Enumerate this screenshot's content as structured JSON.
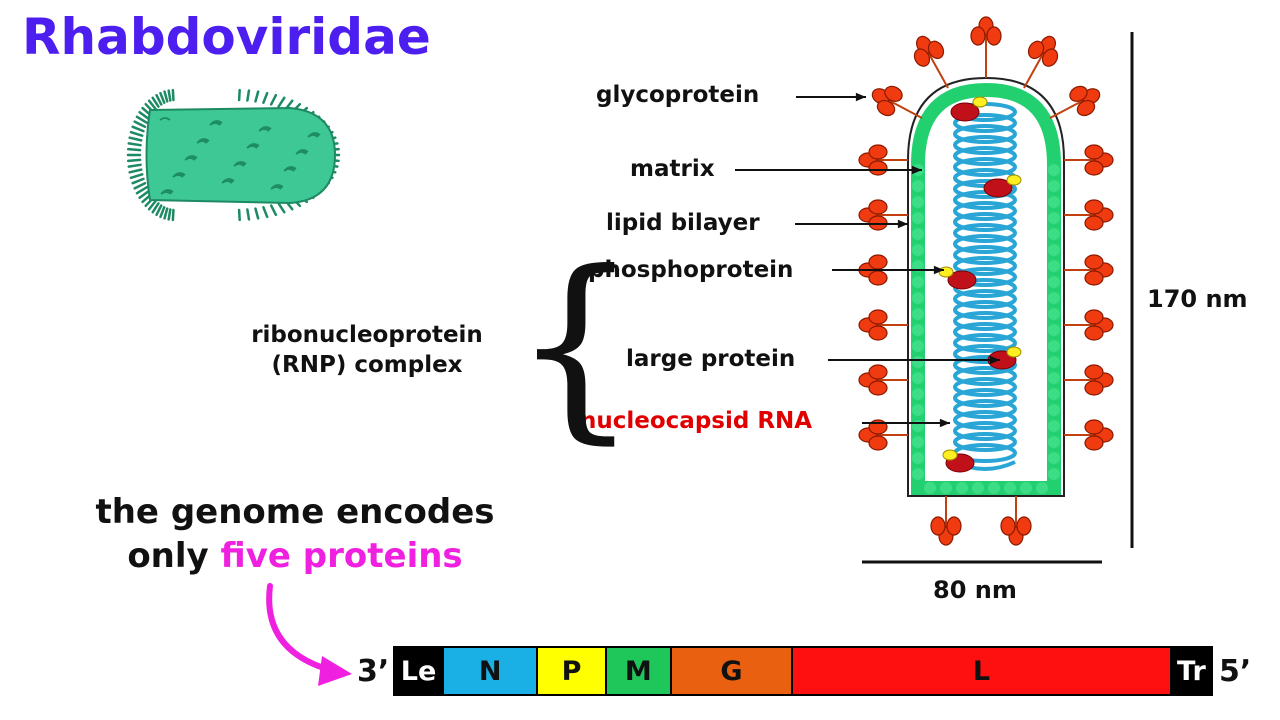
{
  "title": "Rhabdoviridae",
  "labels": {
    "glycoprotein": "glycoprotein",
    "matrix": "matrix",
    "lipid_bilayer": "lipid bilayer",
    "phosphoprotein": "phosphoprotein",
    "large_protein": "large protein",
    "nucleocapsid_rna": "nucleocapsid RNA",
    "rnp_line1": "ribonucleoprotein",
    "rnp_line2": "(RNP) complex"
  },
  "dimensions": {
    "height": "170 nm",
    "width": "80 nm"
  },
  "genome_text": {
    "line1": "the genome encodes",
    "line2_prefix": "only ",
    "line2_highlight": "five proteins"
  },
  "genome": {
    "left_end": "3’",
    "right_end": "5’",
    "segments": [
      {
        "label": "Le",
        "color": "#000000",
        "text_color": "#ffffff",
        "rel": 48
      },
      {
        "label": "N",
        "color": "#1ab0e6",
        "text_color": "#111111",
        "rel": 94
      },
      {
        "label": "P",
        "color": "#ffff00",
        "text_color": "#111111",
        "rel": 68
      },
      {
        "label": "M",
        "color": "#1fc65a",
        "text_color": "#111111",
        "rel": 64
      },
      {
        "label": "G",
        "color": "#e86010",
        "text_color": "#111111",
        "rel": 122
      },
      {
        "label": "L",
        "color": "#ff1010",
        "text_color": "#111111",
        "rel": 384
      },
      {
        "label": "Tr",
        "color": "#000000",
        "text_color": "#ffffff",
        "rel": 40
      }
    ]
  },
  "colors": {
    "title": "#4c1ff0",
    "highlight": "#f020e0",
    "glycoprotein": "#f03a10",
    "matrix": "#22d070",
    "helix": "#2aa6d6",
    "large_protein": "#c0101a",
    "phosphoprotein": "#ffee20"
  }
}
